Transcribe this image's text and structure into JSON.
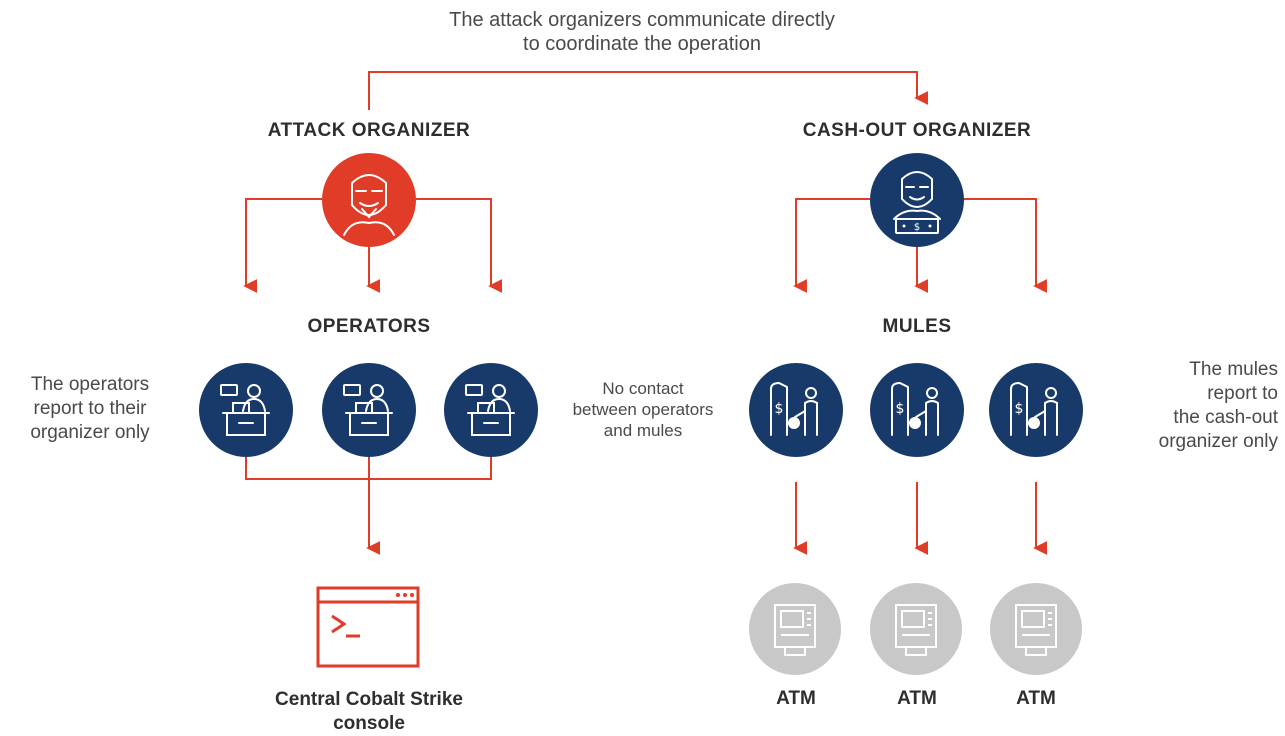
{
  "top_note": {
    "line1": "The attack organizers communicate directly",
    "line2": "to coordinate the operation"
  },
  "attack_organizer": {
    "title": "ATTACK ORGANIZER",
    "color": "#e03c28",
    "icon": "anonymous-mask-icon"
  },
  "cashout_organizer": {
    "title": "CASH-OUT ORGANIZER",
    "color": "#183a6b",
    "icon": "masked-person-with-cash-icon"
  },
  "operators": {
    "title": "OPERATORS",
    "note": [
      "The operators",
      "report to their",
      "organizer only"
    ],
    "icon": "operator-at-desk-icon",
    "color": "#183a6b"
  },
  "middle_note": [
    "No contact",
    "between operators",
    "and mules"
  ],
  "mules": {
    "title": "MULES",
    "note": [
      "The mules",
      "report to",
      "the cash-out",
      "organizer only"
    ],
    "icon": "mule-with-money-bag-icon",
    "color": "#183a6b"
  },
  "console": {
    "label_line1": "Central Cobalt Strike",
    "label_line2": "console",
    "icon": "terminal-window-icon",
    "color": "#e03c28"
  },
  "atms": {
    "labels": [
      "ATM",
      "ATM",
      "ATM"
    ],
    "icon": "atm-machine-icon",
    "color": "#c8c8c8"
  },
  "arrow_color": "#e03c28"
}
